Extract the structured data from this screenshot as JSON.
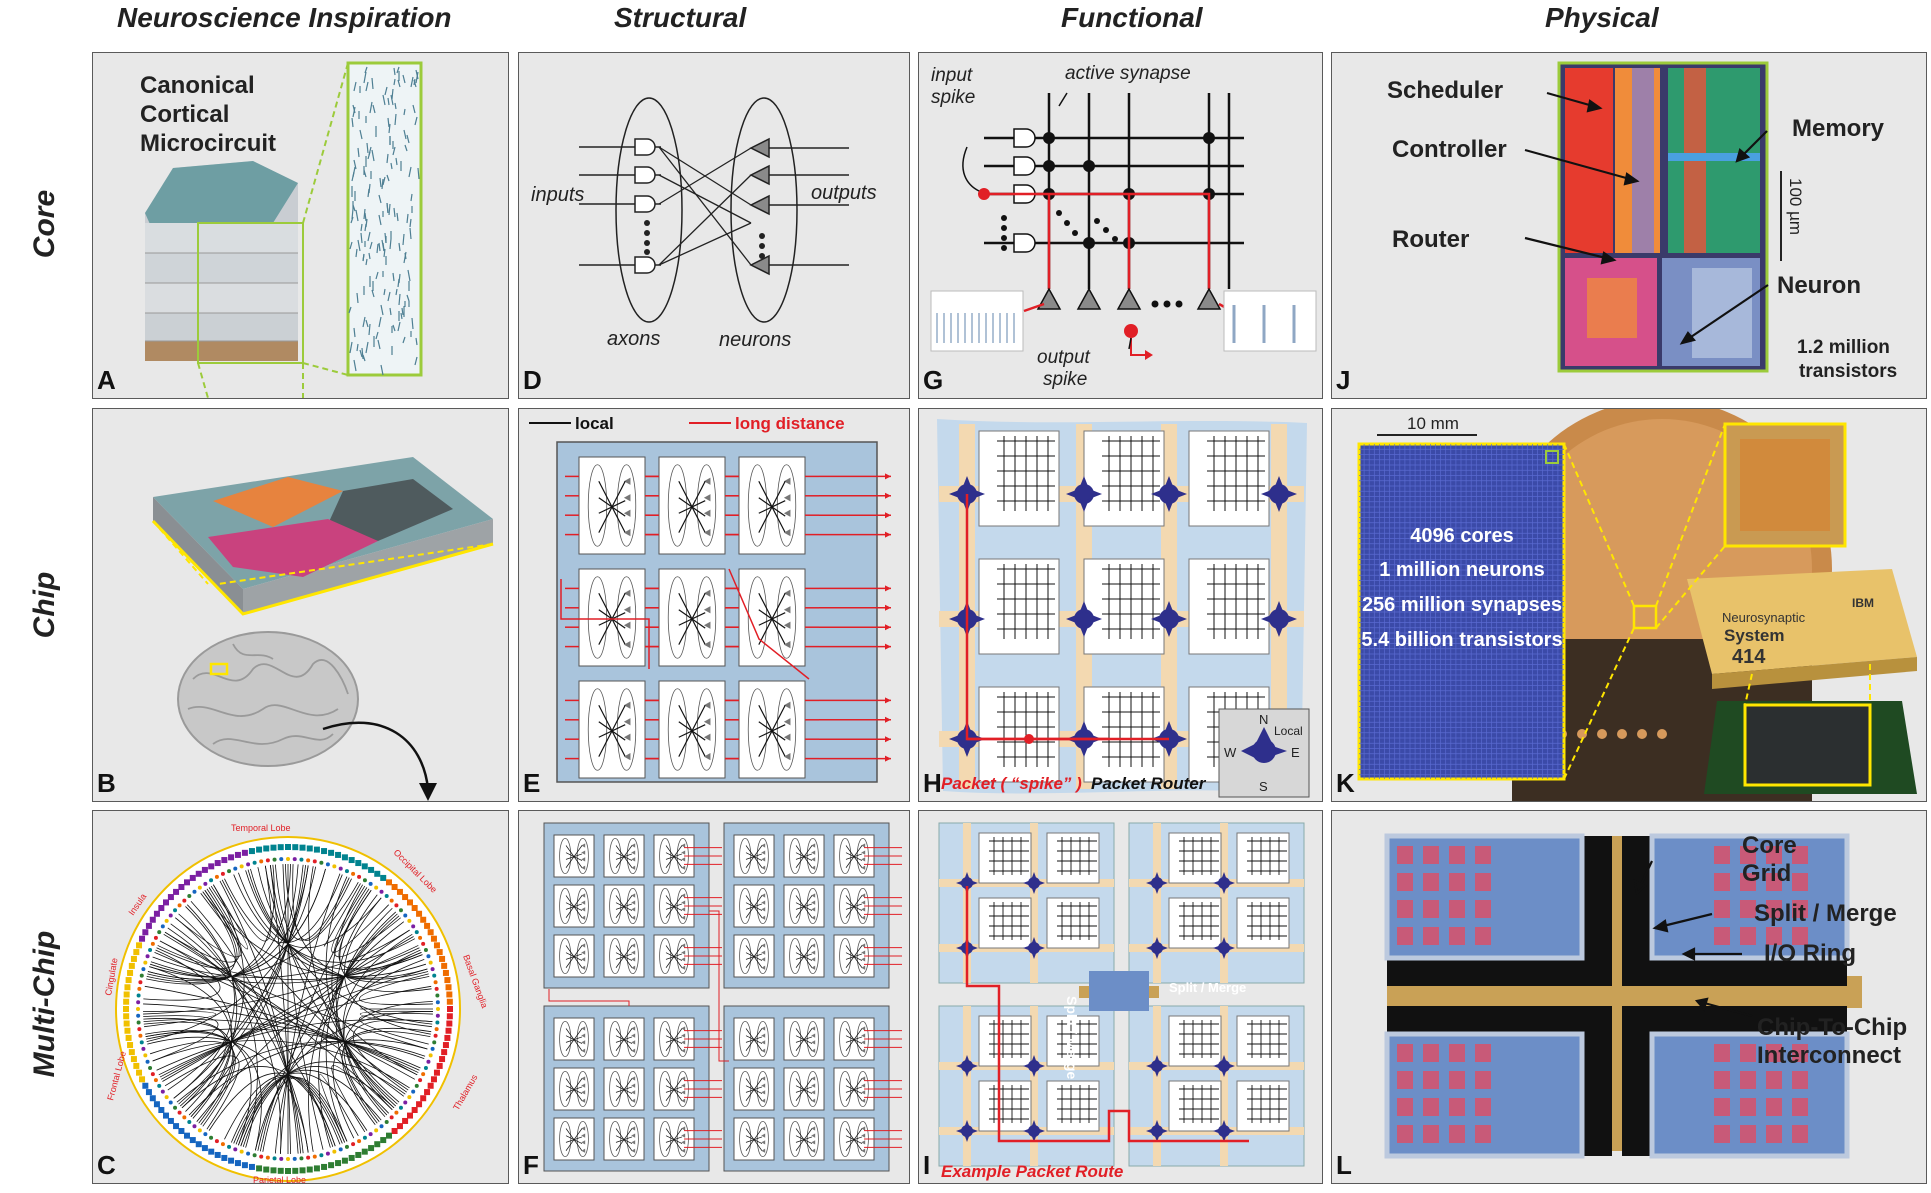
{
  "columns": [
    "Neuroscience Inspiration",
    "Structural",
    "Functional",
    "Physical"
  ],
  "rows": [
    "Core",
    "Chip",
    "Multi-Chip"
  ],
  "panel_labels": [
    "A",
    "B",
    "C",
    "D",
    "E",
    "F",
    "G",
    "H",
    "I",
    "J",
    "K",
    "L"
  ],
  "panel_a": {
    "title_lines": [
      "Canonical",
      "Cortical",
      "Microcircuit"
    ]
  },
  "panel_c": {
    "lobes": [
      "Temporal Lobe",
      "Occipital Lobe",
      "Basal Ganglia",
      "Thalamus",
      "Parietal Lobe",
      "Frontal Lobe",
      "Cingulate",
      "Insula"
    ]
  },
  "panel_d": {
    "inputs": "inputs",
    "outputs": "outputs",
    "axons": "axons",
    "neurons": "neurons"
  },
  "panel_e": {
    "legend_local": "local",
    "legend_long": "long distance"
  },
  "panel_g": {
    "input_spike": [
      "input",
      "spike"
    ],
    "active_synapse": "active synapse",
    "output_spike": [
      "output",
      "spike"
    ]
  },
  "panel_h": {
    "packet": "Packet ( “spike” )",
    "router": "Packet Router",
    "compass": {
      "n": "N",
      "s": "S",
      "e": "E",
      "w": "W",
      "local": "Local"
    }
  },
  "panel_i": {
    "route": "Example Packet Route",
    "split_merge": "Split / Merge"
  },
  "panel_j": {
    "scheduler": "Scheduler",
    "controller": "Controller",
    "memory": "Memory",
    "router": "Router",
    "neuron": "Neuron",
    "scale": "100 µm",
    "transistors": [
      "1.2 million",
      "transistors"
    ]
  },
  "panel_k": {
    "scale": "10 mm",
    "stats": [
      "4096 cores",
      "1 million neurons",
      "256 million synapses",
      "5.4 billion transistors"
    ],
    "package": [
      "Neurosynaptic",
      "System",
      "414"
    ],
    "brand": "IBM"
  },
  "panel_l": {
    "core_grid": [
      "Core",
      "Grid"
    ],
    "split_merge": "Split / Merge",
    "io_ring": "I/O Ring",
    "interconnect": [
      "Chip-To-Chip",
      "Interconnect"
    ]
  },
  "colors": {
    "panel_bg": "#e8e8e8",
    "spike_red": "#e11f26",
    "router_blue": "#2e2f8c",
    "tile_blue": "#a9c4dc",
    "highlight_green": "#9ccb3b",
    "highlight_yellow": "#ffe600"
  }
}
